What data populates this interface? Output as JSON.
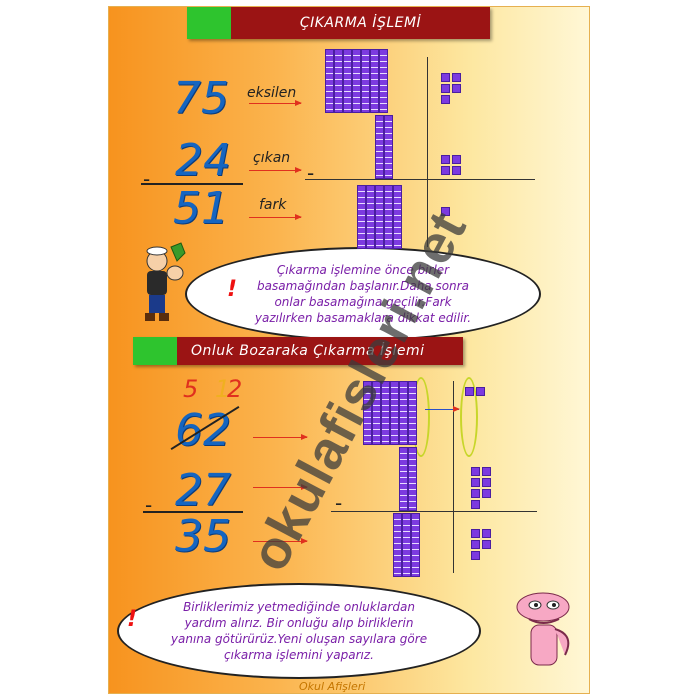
{
  "section1": {
    "title": "ÇIKARMA İŞLEMİ",
    "minuend": "75",
    "subtrahend": "24",
    "difference": "51",
    "minus_sign": "-",
    "label_minuend": "eksilen",
    "label_subtrahend": "çıkan",
    "label_difference": "fark",
    "note": "Çıkarma işlemine önce birler basamağından başlanır.Daha sonra onlar basamağına geçilir.Fark yazılırken basamaklara dikkat edilir.",
    "exclamation": "!"
  },
  "section2": {
    "title": "Onluk Bozaraka Çıkarma İşlemi",
    "regroup_tens": "5",
    "regroup_one": "1",
    "regroup_two": "2",
    "minuend": "62",
    "subtrahend": "27",
    "difference": "35",
    "minus_sign": "-",
    "note": "Birliklerimiz yetmediğinde onluklardan yardım alırız. Bir onluğu alıp birliklerin yanına götürürüz.Yeni oluşan sayılara göre çıkarma işlemini yaparız.",
    "exclamation": "!"
  },
  "blocks": {
    "s1_minuend": {
      "tens": 7,
      "ones": 5
    },
    "s1_subtrahend": {
      "tens": 2,
      "ones": 4
    },
    "s1_difference": {
      "tens": 5,
      "ones": 1
    },
    "s2_minuend": {
      "tens": 6,
      "ones": 2
    },
    "s2_subtrahend": {
      "tens": 2,
      "ones": 7
    },
    "s2_difference": {
      "tens": 3,
      "ones": 5
    }
  },
  "watermark": "okulafisleri.net",
  "footer": "Okul Afişleri",
  "colors": {
    "header_bar": "#9b1414",
    "header_square": "#2ec42e",
    "digits": "#1565c0",
    "blocks": "#7c3ae0",
    "note_text": "#7a1fa8"
  }
}
